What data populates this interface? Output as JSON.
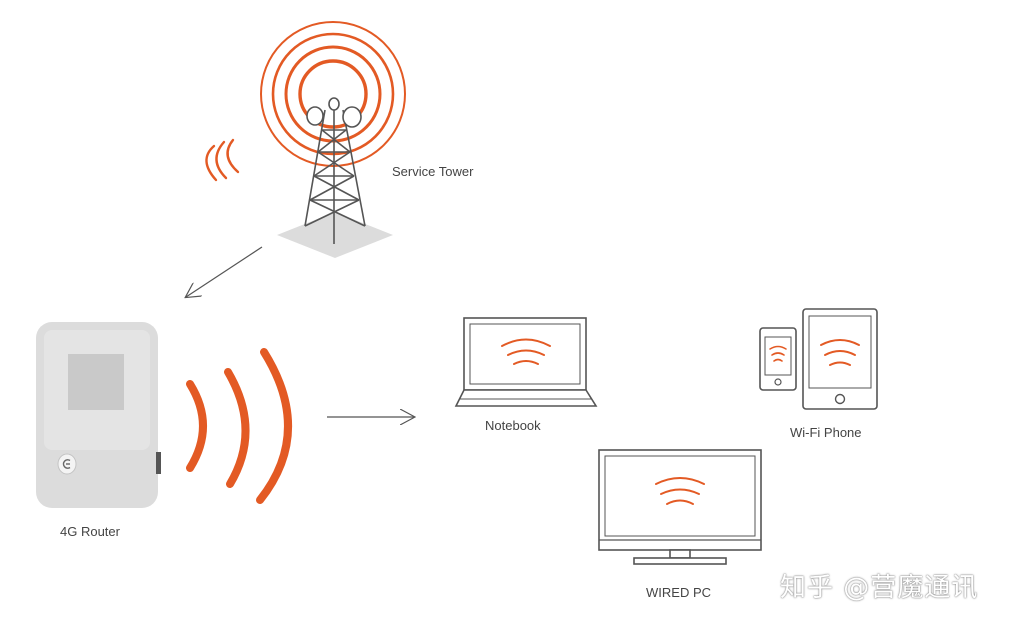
{
  "labels": {
    "tower": "Service Tower",
    "router": "4G Router",
    "notebook": "Notebook",
    "phone": "Wi-Fi Phone",
    "pc": "WIRED PC"
  },
  "watermark": "知乎 @营魔通讯",
  "colors": {
    "accent": "#e35a24",
    "line": "#555555",
    "device_body": "#dcdcdc",
    "device_screen": "#c9c9c9"
  }
}
